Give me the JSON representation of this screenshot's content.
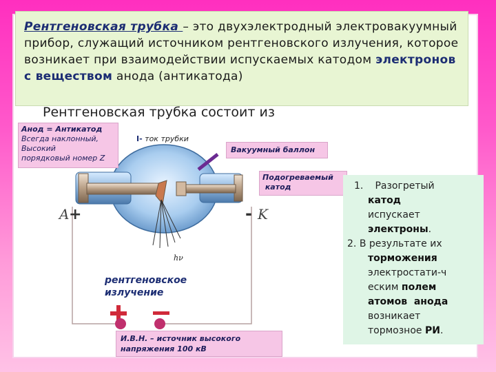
{
  "definition": {
    "term": "Рентгеновская трубка ",
    "text1": " – это двухэлектродный электровакуумный прибор, служащий источником рентгеновского излучения, которое возникает при взаимодействии испускаемых катодом ",
    "bold1": "электронов с веществом",
    "text2": " анода (антикатода)"
  },
  "subtitle": "Рентгеновская трубка состоит из",
  "anode_box": {
    "title": "Анод = Антикатод",
    "line1": "Всегда наклонный,",
    "line2": "Высокий",
    "line3": "порядковый номер Z"
  },
  "current_label": {
    "prefix": "I-",
    "text": " ток трубки"
  },
  "vacuum_label": "Вакуумный баллон",
  "cathode_label": {
    "line1": "Подогреваемый",
    "line2": " катод"
  },
  "diagram_letters": {
    "anode": "A",
    "cathode": "K",
    "plus": "+",
    "minus": "-",
    "hv": "hν"
  },
  "radiation_label": {
    "line1": "рентгеновское",
    "line2": "излучение"
  },
  "source_label": {
    "line1": "И.В.Н. – источник высокого",
    "line2": "напряжения 100 кВ"
  },
  "steps": {
    "s1_num": "1.",
    "s1_a": "Разогретый",
    "s1_b": "катод",
    "s1_c": "испускает",
    "s1_d": "электроны",
    "s1_e": ".",
    "s2_num": "2.",
    "s2_a": "В результате их",
    "s2_b": "торможения",
    "s2_c": "электростати-ч",
    "s2_d": "еским ",
    "s2_e": "полем",
    "s2_f": "атомов  анода",
    "s2_g": "возникает",
    "s2_h": "тормозное ",
    "s2_i": "РИ",
    "s2_j": "."
  },
  "colors": {
    "accent": "#1c2d73",
    "pink_label": "#f6c6e6",
    "terminal": "#c0306d"
  }
}
